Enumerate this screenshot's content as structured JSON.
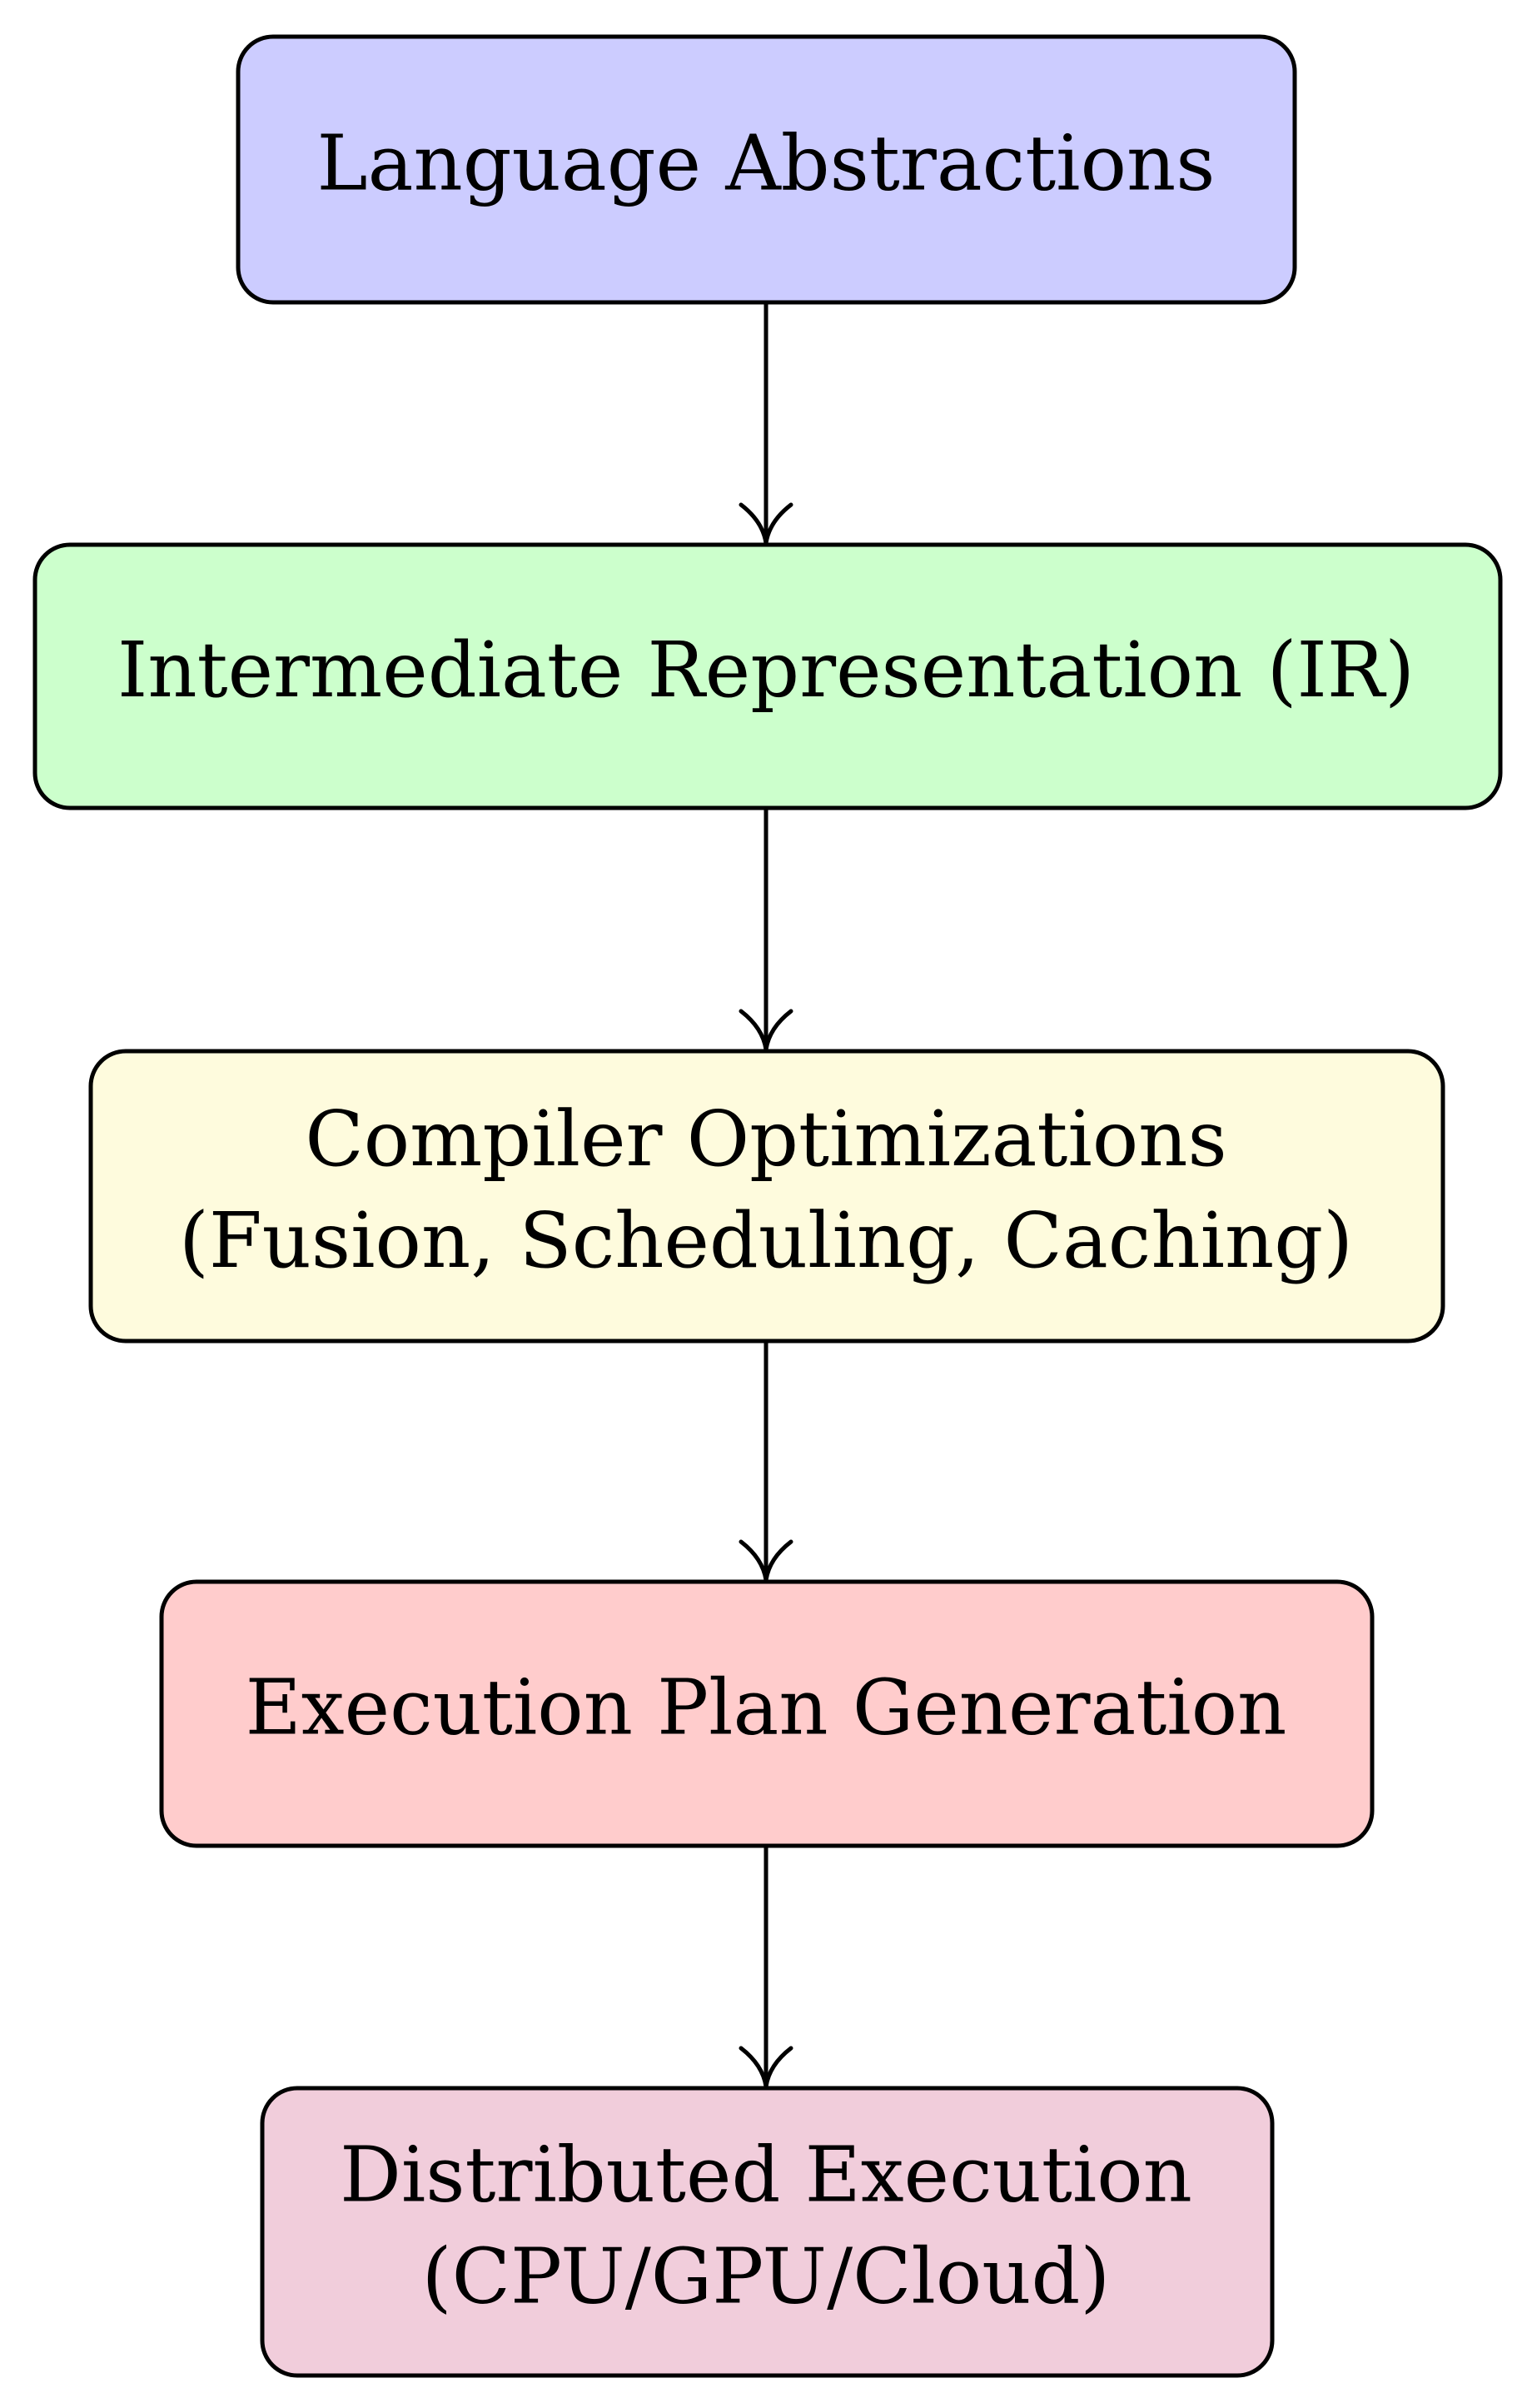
{
  "diagram": {
    "nodes": [
      {
        "id": "language-abstractions",
        "lines": [
          "Language Abstractions"
        ],
        "fill": "#ccccff"
      },
      {
        "id": "intermediate-representation",
        "lines": [
          "Intermediate Representation (IR)"
        ],
        "fill": "#ccffcc"
      },
      {
        "id": "compiler-optimizations",
        "lines": [
          "Compiler Optimizations",
          "(Fusion, Scheduling, Caching)"
        ],
        "fill": "#fefbdd"
      },
      {
        "id": "execution-plan-generation",
        "lines": [
          "Execution Plan Generation"
        ],
        "fill": "#ffcccc"
      },
      {
        "id": "distributed-execution",
        "lines": [
          "Distributed Execution",
          "(CPU/GPU/Cloud)"
        ],
        "fill": "#f1cddb"
      }
    ],
    "edges": [
      {
        "from": "language-abstractions",
        "to": "intermediate-representation"
      },
      {
        "from": "intermediate-representation",
        "to": "compiler-optimizations"
      },
      {
        "from": "compiler-optimizations",
        "to": "execution-plan-generation"
      },
      {
        "from": "execution-plan-generation",
        "to": "distributed-execution"
      }
    ]
  }
}
